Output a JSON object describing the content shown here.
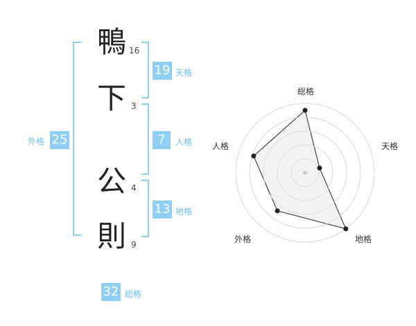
{
  "name": {
    "chars": [
      {
        "char": "鴨",
        "strokes": "16"
      },
      {
        "char": "下",
        "strokes": "3"
      },
      {
        "char": "公",
        "strokes": "4"
      },
      {
        "char": "則",
        "strokes": "9"
      }
    ]
  },
  "fortunes": {
    "tenkaku": {
      "label": "天格",
      "value": "19"
    },
    "jinkaku": {
      "label": "人格",
      "value": "7"
    },
    "chikaku": {
      "label": "地格",
      "value": "13"
    },
    "gaikaku": {
      "label": "外格",
      "value": "25"
    },
    "soukaku": {
      "label": "総格",
      "value": "32"
    }
  },
  "chart_data": {
    "type": "radar",
    "axes": [
      "総格",
      "天格",
      "地格",
      "外格",
      "人格"
    ],
    "values": [
      4.5,
      1.1,
      5.0,
      3.4,
      3.9
    ],
    "max": 5,
    "rings": 5,
    "colors": {
      "fill": "#f0f0f0",
      "line": "#222222",
      "grid": "#dddddd"
    }
  },
  "colors": {
    "accent": "#8fcff5",
    "accent_text": "#6bc0ee"
  }
}
